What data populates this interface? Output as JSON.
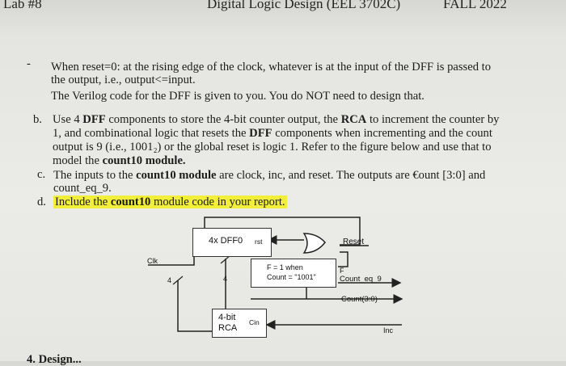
{
  "header": {
    "left": "Lab #8",
    "center": "Digital Logic Design (EEL 3702C)",
    "right": "FALL 2022"
  },
  "intro": {
    "bullet": "-",
    "lines": [
      "When reset=0: at the rising edge of the clock, whatever is at the input of the DFF is passed to",
      "the output, i.e., output<=input.",
      "The Verilog code for the DFF is given to you. You do NOT need to design that."
    ]
  },
  "item_b": {
    "marker": "b.",
    "line1_pre": "Use 4 ",
    "line1_b1": "DFF",
    "line1_mid": " components to store the 4-bit counter output, the ",
    "line1_b2": "RCA",
    "line1_post": " to increment the counter by",
    "line2_pre": "1, and combinational logic that resets the ",
    "line2_b": "DFF",
    "line2_post": " components when incrementing and the count",
    "line3": "output is 9 (i.e., 1001₂) or the global reset is logic 1. Refer to the figure below and use that to",
    "line4_pre": "model the ",
    "line4_b": "count10 module."
  },
  "item_c": {
    "marker": "c.",
    "line1_pre": "The inputs to the ",
    "line1_b": "count10 module",
    "line1_post": " are clock, inc, and reset. The outputs are €ount [3:0] and",
    "line2": "count_eq_9."
  },
  "item_d": {
    "marker": "d.",
    "pre": "Include the ",
    "b": "count10",
    "post": " module code in your report."
  },
  "diagram": {
    "dff": "4x DFF0",
    "rst": "rst",
    "reset": "Reset",
    "clk": "Clk",
    "bus4_left": "4",
    "bus4_mid": "4",
    "logic_line1": "F = 1 when",
    "logic_line2": "Count = \"1001\"",
    "logic_f": "F",
    "count_eq": "Count_eq_9",
    "count_out": "Count(3:0)",
    "rca_line1": "4-bit",
    "rca_line2": "RCA",
    "cin": "Cin",
    "inc": "Inc"
  },
  "footer": {
    "cutoff": "4. Design..."
  }
}
